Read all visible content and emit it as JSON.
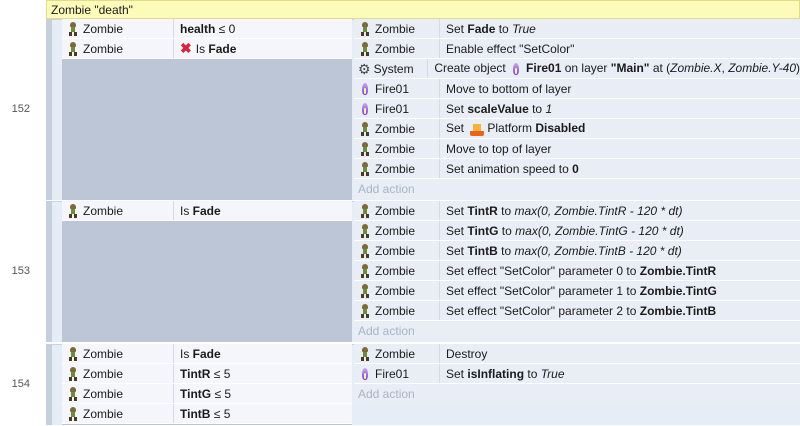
{
  "group_title": "Zombie \"death\"",
  "add_action_label": "Add action",
  "events": [
    {
      "number": "152",
      "conditions": [
        {
          "object": "Zombie",
          "icon": "zombie-icon",
          "parts": [
            {
              "t": "health",
              "b": true
            },
            {
              "t": " ≤ 0"
            }
          ]
        },
        {
          "object": "Zombie",
          "icon": "zombie-icon",
          "inverted": true,
          "parts": [
            {
              "t": "Is "
            },
            {
              "t": "Fade",
              "b": true
            }
          ]
        }
      ],
      "actions": [
        {
          "object": "Zombie",
          "icon": "zombie-icon",
          "parts": [
            {
              "t": "Set "
            },
            {
              "t": "Fade",
              "b": true
            },
            {
              "t": " to "
            },
            {
              "t": "True",
              "i": true
            }
          ]
        },
        {
          "object": "Zombie",
          "icon": "zombie-icon",
          "parts": [
            {
              "t": "Enable effect \"SetColor\""
            }
          ]
        },
        {
          "object": "System",
          "icon": "gear-icon",
          "parts": [
            {
              "t": "Create object "
            },
            {
              "icon": "fire-icon"
            },
            {
              "t": "Fire01",
              "b": true
            },
            {
              "t": " on layer "
            },
            {
              "t": "\"Main\"",
              "b": true
            },
            {
              "t": " at ("
            },
            {
              "t": "Zombie.X",
              "i": true
            },
            {
              "t": ", "
            },
            {
              "t": "Zombie.Y-40",
              "i": true
            },
            {
              "t": ")"
            }
          ]
        },
        {
          "object": "Fire01",
          "icon": "fire-icon",
          "parts": [
            {
              "t": "Move to bottom of layer"
            }
          ]
        },
        {
          "object": "Fire01",
          "icon": "fire-icon",
          "parts": [
            {
              "t": "Set "
            },
            {
              "t": "scaleValue",
              "b": true
            },
            {
              "t": " to "
            },
            {
              "t": "1",
              "i": true
            }
          ]
        },
        {
          "object": "Zombie",
          "icon": "zombie-icon",
          "parts": [
            {
              "t": "Set "
            },
            {
              "icon": "platform-icon"
            },
            {
              "t": "Platform "
            },
            {
              "t": "Disabled",
              "b": true
            }
          ]
        },
        {
          "object": "Zombie",
          "icon": "zombie-icon",
          "parts": [
            {
              "t": "Move to top of layer"
            }
          ]
        },
        {
          "object": "Zombie",
          "icon": "zombie-icon",
          "parts": [
            {
              "t": "Set animation speed to "
            },
            {
              "t": "0",
              "b": true
            }
          ]
        }
      ]
    },
    {
      "number": "153",
      "conditions": [
        {
          "object": "Zombie",
          "icon": "zombie-icon",
          "parts": [
            {
              "t": "Is "
            },
            {
              "t": "Fade",
              "b": true
            }
          ]
        }
      ],
      "actions": [
        {
          "object": "Zombie",
          "icon": "zombie-icon",
          "parts": [
            {
              "t": "Set "
            },
            {
              "t": "TintR",
              "b": true
            },
            {
              "t": " to "
            },
            {
              "t": "max(0, Zombie.TintR - 120 * dt)",
              "i": true
            }
          ]
        },
        {
          "object": "Zombie",
          "icon": "zombie-icon",
          "parts": [
            {
              "t": "Set "
            },
            {
              "t": "TintG",
              "b": true
            },
            {
              "t": " to "
            },
            {
              "t": "max(0, Zombie.TintG - 120 * dt)",
              "i": true
            }
          ]
        },
        {
          "object": "Zombie",
          "icon": "zombie-icon",
          "parts": [
            {
              "t": "Set "
            },
            {
              "t": "TintB",
              "b": true
            },
            {
              "t": " to "
            },
            {
              "t": "max(0, Zombie.TintB - 120 * dt)",
              "i": true
            }
          ]
        },
        {
          "object": "Zombie",
          "icon": "zombie-icon",
          "parts": [
            {
              "t": "Set effect \"SetColor\" parameter 0 to "
            },
            {
              "t": "Zombie.TintR",
              "b": true
            }
          ]
        },
        {
          "object": "Zombie",
          "icon": "zombie-icon",
          "parts": [
            {
              "t": "Set effect \"SetColor\" parameter 1 to "
            },
            {
              "t": "Zombie.TintG",
              "b": true
            }
          ]
        },
        {
          "object": "Zombie",
          "icon": "zombie-icon",
          "parts": [
            {
              "t": "Set effect \"SetColor\" parameter 2 to "
            },
            {
              "t": "Zombie.TintB",
              "b": true
            }
          ]
        }
      ]
    },
    {
      "number": "154",
      "conditions": [
        {
          "object": "Zombie",
          "icon": "zombie-icon",
          "parts": [
            {
              "t": "Is "
            },
            {
              "t": "Fade",
              "b": true
            }
          ]
        },
        {
          "object": "Zombie",
          "icon": "zombie-icon",
          "parts": [
            {
              "t": "TintR",
              "b": true
            },
            {
              "t": " ≤ 5"
            }
          ]
        },
        {
          "object": "Zombie",
          "icon": "zombie-icon",
          "parts": [
            {
              "t": "TintG",
              "b": true
            },
            {
              "t": " ≤ 5"
            }
          ]
        },
        {
          "object": "Zombie",
          "icon": "zombie-icon",
          "parts": [
            {
              "t": "TintB",
              "b": true
            },
            {
              "t": " ≤ 5"
            }
          ]
        }
      ],
      "actions": [
        {
          "object": "Zombie",
          "icon": "zombie-icon",
          "parts": [
            {
              "t": "Destroy"
            }
          ]
        },
        {
          "object": "Fire01",
          "icon": "fire-icon",
          "parts": [
            {
              "t": "Set "
            },
            {
              "t": "isInflating",
              "b": true
            },
            {
              "t": " to "
            },
            {
              "t": "True",
              "i": true
            }
          ]
        }
      ]
    }
  ]
}
